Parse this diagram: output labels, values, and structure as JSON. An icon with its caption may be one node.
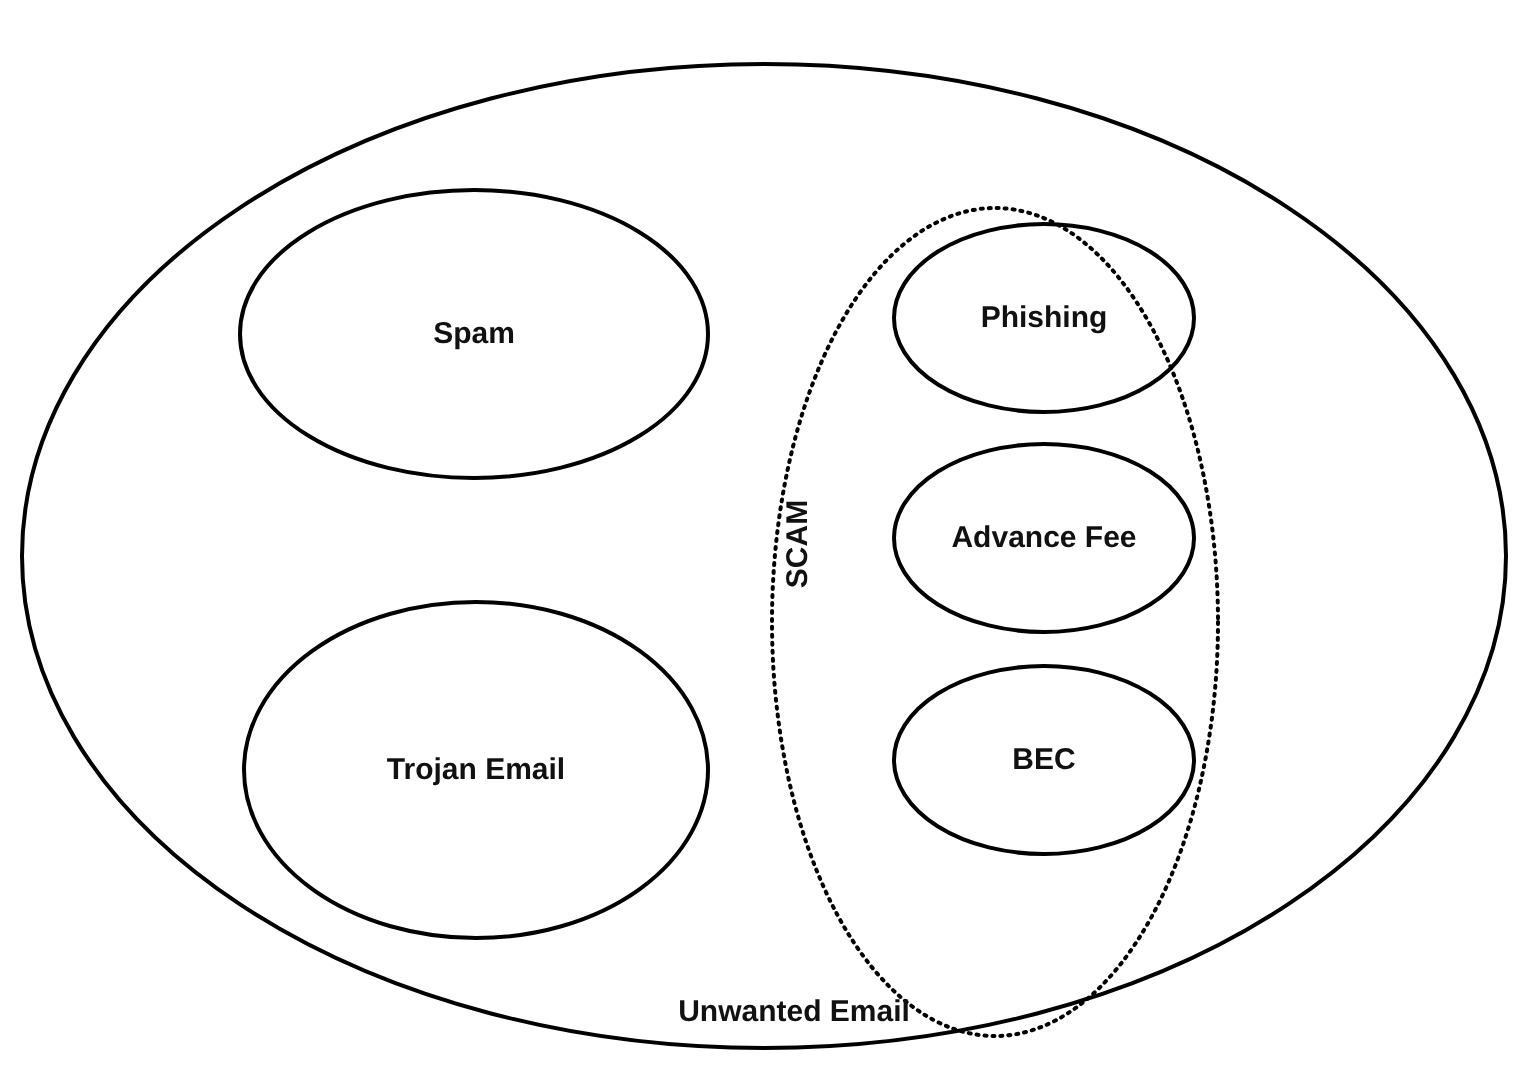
{
  "diagram": {
    "nodes": [
      {
        "text": [
          "Unwanted Email"
        ]
      },
      {
        "text": [
          "Spam"
        ],
        "in": 0
      },
      {
        "text": [
          "Trojan Email"
        ],
        "in": 0
      },
      {
        "text": [
          "SCAM"
        ],
        "in": 0
      },
      {
        "text": [
          "Phishing"
        ],
        "in": 3
      },
      {
        "text": [
          "Advance Fee"
        ],
        "in": 3
      },
      {
        "text": [
          "BEC"
        ],
        "in": 3
      }
    ]
  }
}
